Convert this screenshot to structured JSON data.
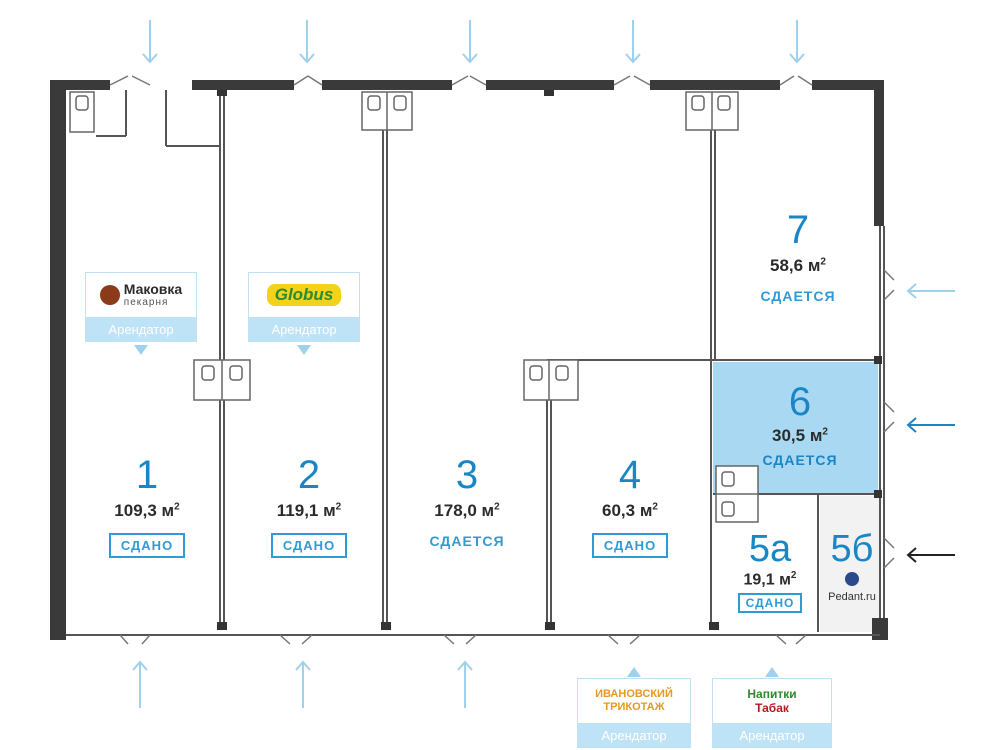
{
  "units": [
    {
      "id": "unit-1",
      "number": "1",
      "area": "109,3 м",
      "status": "СДАНО",
      "kind": "sold"
    },
    {
      "id": "unit-2",
      "number": "2",
      "area": "119,1 м",
      "status": "СДАНО",
      "kind": "sold"
    },
    {
      "id": "unit-3",
      "number": "3",
      "area": "178,0 м",
      "status": "СДАЕТСЯ",
      "kind": "rent"
    },
    {
      "id": "unit-4",
      "number": "4",
      "area": "60,3 м",
      "status": "СДАНО",
      "kind": "sold"
    },
    {
      "id": "unit-5a",
      "number": "5а",
      "area": "19,1 м",
      "status": "СДАНО",
      "kind": "sold"
    },
    {
      "id": "unit-5b",
      "number": "5б",
      "area": "",
      "status": "",
      "kind": "none"
    },
    {
      "id": "unit-6",
      "number": "6",
      "area": "30,5 м",
      "status": "СДАЕТСЯ",
      "kind": "rent"
    },
    {
      "id": "unit-7",
      "number": "7",
      "area": "58,6 м",
      "status": "СДАЕТСЯ",
      "kind": "rent"
    }
  ],
  "area_exponent": "2",
  "tenants": {
    "makovka": {
      "brand": "Маковка",
      "sub": "пекарня",
      "label": "Арендатор"
    },
    "globus": {
      "brand": "Globus",
      "label": "Арендатор"
    },
    "ivanovsky": {
      "line1": "ИВАНОВСКИЙ",
      "line2": "ТРИКОТАЖ",
      "label": "Арендатор"
    },
    "napitki": {
      "line1": "Напитки",
      "line2": "Табак",
      "label": "Арендатор"
    }
  },
  "pedant": {
    "name": "Pedant.ru"
  },
  "colors": {
    "wall": "#3a3a3a",
    "accent": "#1a86c6",
    "highlight": "#a9d8f3",
    "side_unit": "#f2f2f2",
    "arrow": "#9fd0ec",
    "arrow_active": "#1a86c6",
    "arrow_dark": "#222222"
  }
}
